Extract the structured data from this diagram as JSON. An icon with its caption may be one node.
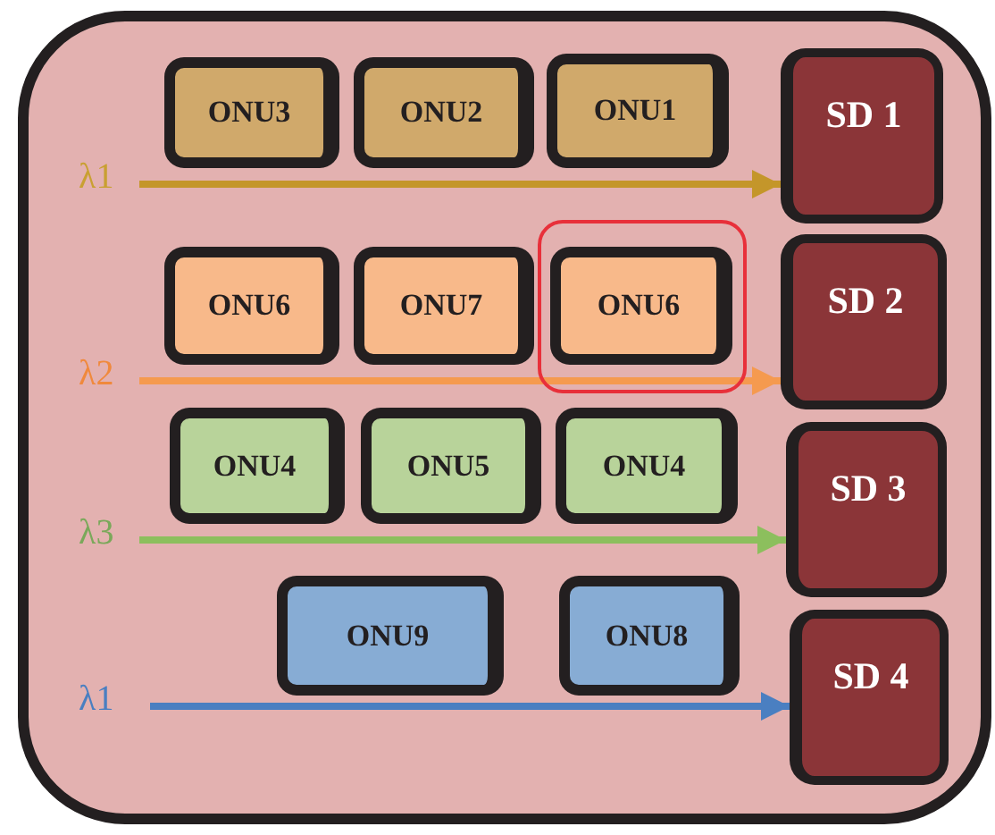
{
  "diagram": {
    "nodes": [
      {
        "text": [],
        "shape": "box"
      },
      {
        "text": [
          "ONU3"
        ],
        "in": 0
      },
      {
        "text": [
          "ONU2"
        ],
        "in": 0
      },
      {
        "text": [
          "ONU1"
        ],
        "in": 0
      },
      {
        "text": [
          "SD 1"
        ],
        "in": 0
      },
      {
        "text": [
          "λ1"
        ],
        "in": 0
      },
      {
        "text": [
          "ONU6"
        ],
        "in": 0
      },
      {
        "text": [
          "ONU7"
        ],
        "in": 0
      },
      {
        "text": [],
        "shape": "box",
        "in": 0
      },
      {
        "text": [
          "ONU6"
        ],
        "in": 8
      },
      {
        "text": [
          "SD 2"
        ],
        "in": 0
      },
      {
        "text": [
          "λ2"
        ],
        "in": 0
      },
      {
        "text": [
          "ONU4"
        ],
        "in": 0
      },
      {
        "text": [
          "ONU5"
        ],
        "in": 0
      },
      {
        "text": [
          "ONU4"
        ],
        "in": 0
      },
      {
        "text": [
          "SD 3"
        ],
        "in": 0
      },
      {
        "text": [
          "λ3"
        ],
        "in": 0
      },
      {
        "text": [
          "ONU9"
        ],
        "in": 0
      },
      {
        "text": [
          "ONU8"
        ],
        "in": 0
      },
      {
        "text": [
          "SD 4"
        ],
        "in": 0
      },
      {
        "text": [
          "λ1"
        ],
        "in": 0
      }
    ],
    "edges": [
      {
        "from": 5,
        "to": 4,
        "arrow": "to",
        "color": "#c4962a"
      },
      {
        "from": 11,
        "to": 10,
        "arrow": "to",
        "color": "#f59a4f"
      },
      {
        "from": 16,
        "to": 15,
        "arrow": "to",
        "color": "#8cbf5d"
      },
      {
        "from": 20,
        "to": 19,
        "arrow": "to",
        "color": "#4a7fc1"
      }
    ]
  }
}
